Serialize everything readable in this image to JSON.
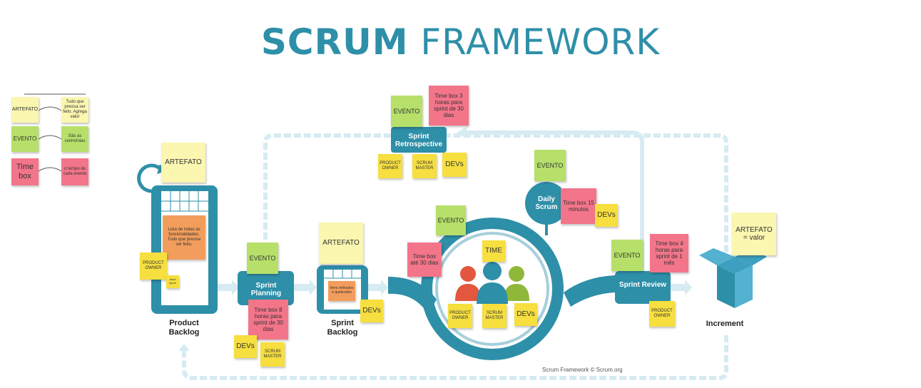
{
  "title": {
    "bold": "SCRUM",
    "rest": " FRAMEWORK"
  },
  "legend": {
    "artefato": "ARTEFATO",
    "artefato_desc": "Tudo que precisa ser feito. Agrega valor",
    "evento": "EVENTO",
    "evento_desc": "São as cerimônias",
    "timebox": "Time box",
    "timebox_desc": "o tempo de cada evento"
  },
  "product_backlog": {
    "label": "Product Backlog",
    "artefato": "ARTEFATO",
    "desc": "Lista de todas as funcionalidades. Tudo que precisa ser feito.",
    "owner": "PRODUCT OWNER",
    "mini": "atual sprint"
  },
  "sprint_planning": {
    "label": "Sprint Planning",
    "evento": "EVENTO",
    "timebox": "Time box 8 horas para sprint de 30 dias",
    "devs": "DEVs",
    "scrum_master": "SCRUM MASTER"
  },
  "sprint_backlog": {
    "label": "Sprint Backlog",
    "artefato": "ARTEFATO",
    "mini": "Itens refinados e quebrados",
    "devs": "DEVs"
  },
  "sprint_retrospective": {
    "label": "Sprint Retrospective",
    "evento": "EVENTO",
    "timebox": "Time box 3 horas para sprint de 30 dias",
    "owner": "PRODUCT OWNER",
    "scrum_master": "SCRUM MASTER",
    "devs": "DEVs"
  },
  "daily_scrum": {
    "label": "Daily Scrum",
    "evento": "EVENTO",
    "timebox": "Time box 15 minutos",
    "devs": "DEVs"
  },
  "sprint": {
    "evento": "EVENTO",
    "timebox": "Time box até 30 dias",
    "time": "TIME",
    "owner": "PRODUCT OWNER",
    "scrum_master": "SCRUM MASTER",
    "devs": "DEVs"
  },
  "sprint_review": {
    "label": "Sprint Review",
    "evento": "EVENTO",
    "timebox": "Time box 4 horas para sprint de 1 mês",
    "owner": "PRODUCT OWNER"
  },
  "increment": {
    "label": "Increment",
    "artefato": "ARTEFATO = valor"
  },
  "credit": "Scrum Framework © Scrum.org",
  "colors": {
    "teal": "#2e8fa8",
    "light_teal": "#d6ebf2",
    "yellow_note": "#f6df3e",
    "green_note": "#b6e06a",
    "pink_note": "#f3758a",
    "orange_note": "#f39d5c"
  }
}
